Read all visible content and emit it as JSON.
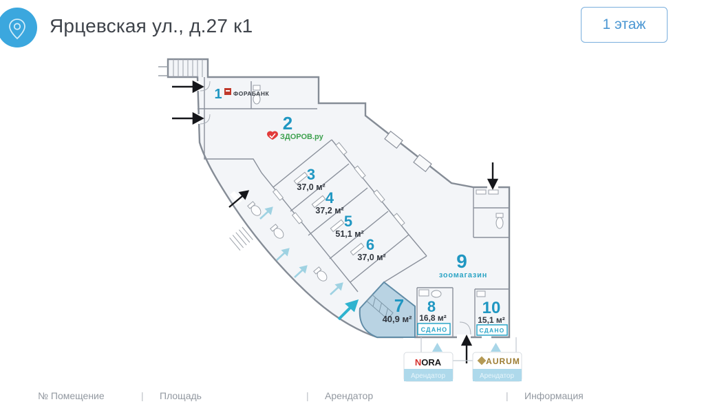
{
  "header": {
    "title": "Ярцевская ул., д.27 к1",
    "floor_button_label": "1 этаж"
  },
  "plan": {
    "units": [
      {
        "num": "1",
        "tenant": "ФОРАБАНК"
      },
      {
        "num": "2",
        "tenant": "ЗДОРОВ.ру"
      },
      {
        "num": "3",
        "area": "37,0 м²"
      },
      {
        "num": "4",
        "area": "37,2 м²"
      },
      {
        "num": "5",
        "area": "51,1 м²"
      },
      {
        "num": "6",
        "area": "37,0 м²"
      },
      {
        "num": "7",
        "area": "40,9 м²",
        "highlighted": true
      },
      {
        "num": "8",
        "area": "16,8 м²",
        "status": "СДАНО"
      },
      {
        "num": "9",
        "label": "зоомагазин"
      },
      {
        "num": "10",
        "area": "15,1 м²",
        "status": "СДАНО"
      }
    ],
    "tenant_cards": [
      {
        "name": "NORA",
        "name_first": "N",
        "name_rest": "ORA",
        "label": "Арендатор"
      },
      {
        "name": "AURUM",
        "label": "Арендатор"
      }
    ],
    "colors": {
      "unit_number": "#2097c2",
      "highlight_fill": "#b9d3e3",
      "status_teal": "#2ba6c9",
      "arrow_cyan": "#2fb3cf",
      "arrow_cyan_light": "#9fd2e2",
      "pin_blue": "#3ba7de",
      "button_blue": "#4a96d2",
      "tenant_strip": "#aed9eb",
      "nora_red": "#d6332f",
      "aurum_gold": "#9d7d33",
      "zdorov_green": "#3ea14f",
      "forabank_red": "#c0392b",
      "wall_gray": "#8a909b"
    }
  },
  "footer": {
    "fragments": [
      "№ Помещение",
      "Площадь",
      "Арендатор",
      "Информация"
    ]
  }
}
